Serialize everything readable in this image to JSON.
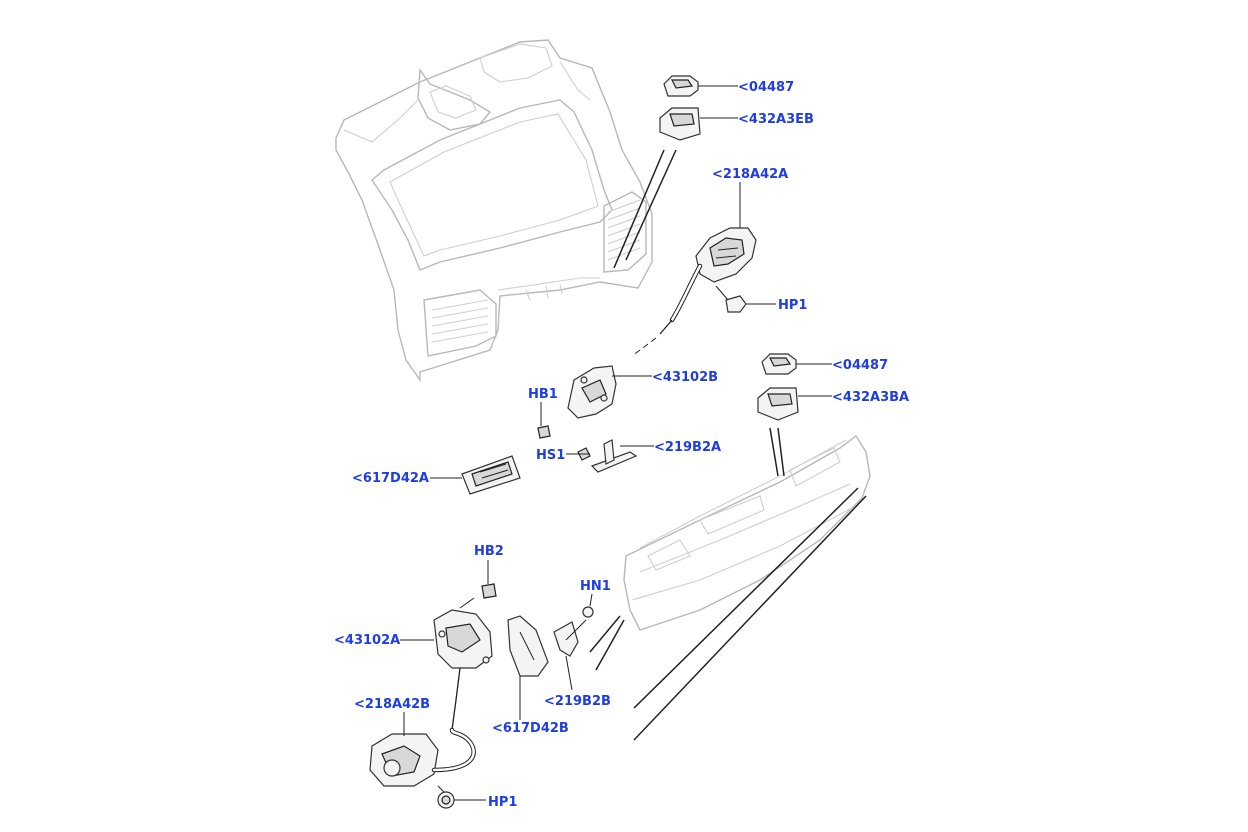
{
  "colors": {
    "label": "#1f3de0",
    "line": "#222222",
    "outline": "#b8b8b8"
  },
  "labels": {
    "p04487_top": "<04487",
    "p432A3EB": "<432A3EB",
    "p218A42A": "<218A42A",
    "hp1_top": "HP1",
    "p04487_mid": "<04487",
    "p432A3BA": "<432A3BA",
    "p43102B": "<43102B",
    "hb1": "HB1",
    "hs1": "HS1",
    "p219B2A": "<219B2A",
    "p617D42A": "<617D42A",
    "hb2": "HB2",
    "hn1": "HN1",
    "p43102A": "<43102A",
    "p219B2B": "<219B2B",
    "p617D42B": "<617D42B",
    "p218A42B": "<218A42B",
    "hp1_bottom": "HP1"
  }
}
